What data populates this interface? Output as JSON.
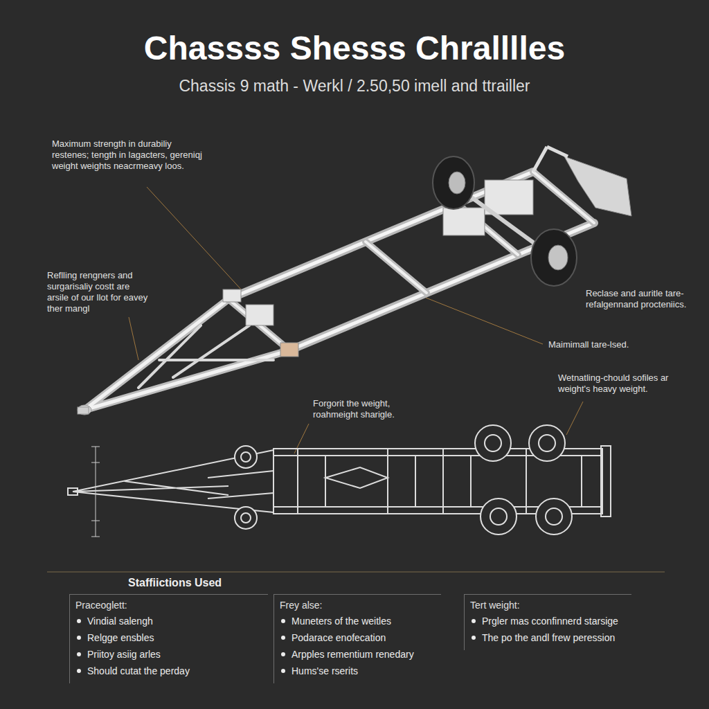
{
  "diagram": {
    "title": "Chassss Shesss Chralllles",
    "nodes": [
      {
        "text": [
          "Praceoglett:",
          "Vindial salengh",
          "Relgge ensbles",
          "Priitoy asiig arles",
          "Should cutat the perday"
        ]
      },
      {
        "text": [
          "Frey alse:",
          "Muneters of the weitles",
          "Podarace enofecation",
          "Arpples rementium renedary",
          "Hums'se rserits"
        ]
      },
      {
        "text": [
          "Tert weight:",
          "Prgler mas cconfinnerd starsige",
          "The po the andl frew peression"
        ]
      }
    ],
    "labels": [
      "Chassis 9 math - Werkl / 2.50,50 imell and ttrailler",
      "Maximum strength in durabiliy restenes; tength in lagacters, gereniqj weight weights neacrmeavy loos.",
      "Reflling rengners and surgarisaliy costt are arsile of our llot for eavey ther mangl",
      "Reclase and auritle tare-refalgennand procteniics.",
      "Maimimall tare-lsed.",
      "Wetnatling-chould sofiles ar weight's heavy weight.",
      "Forgorit the weight, roahmeight sharigle.",
      "Staffiictions Used"
    ]
  }
}
